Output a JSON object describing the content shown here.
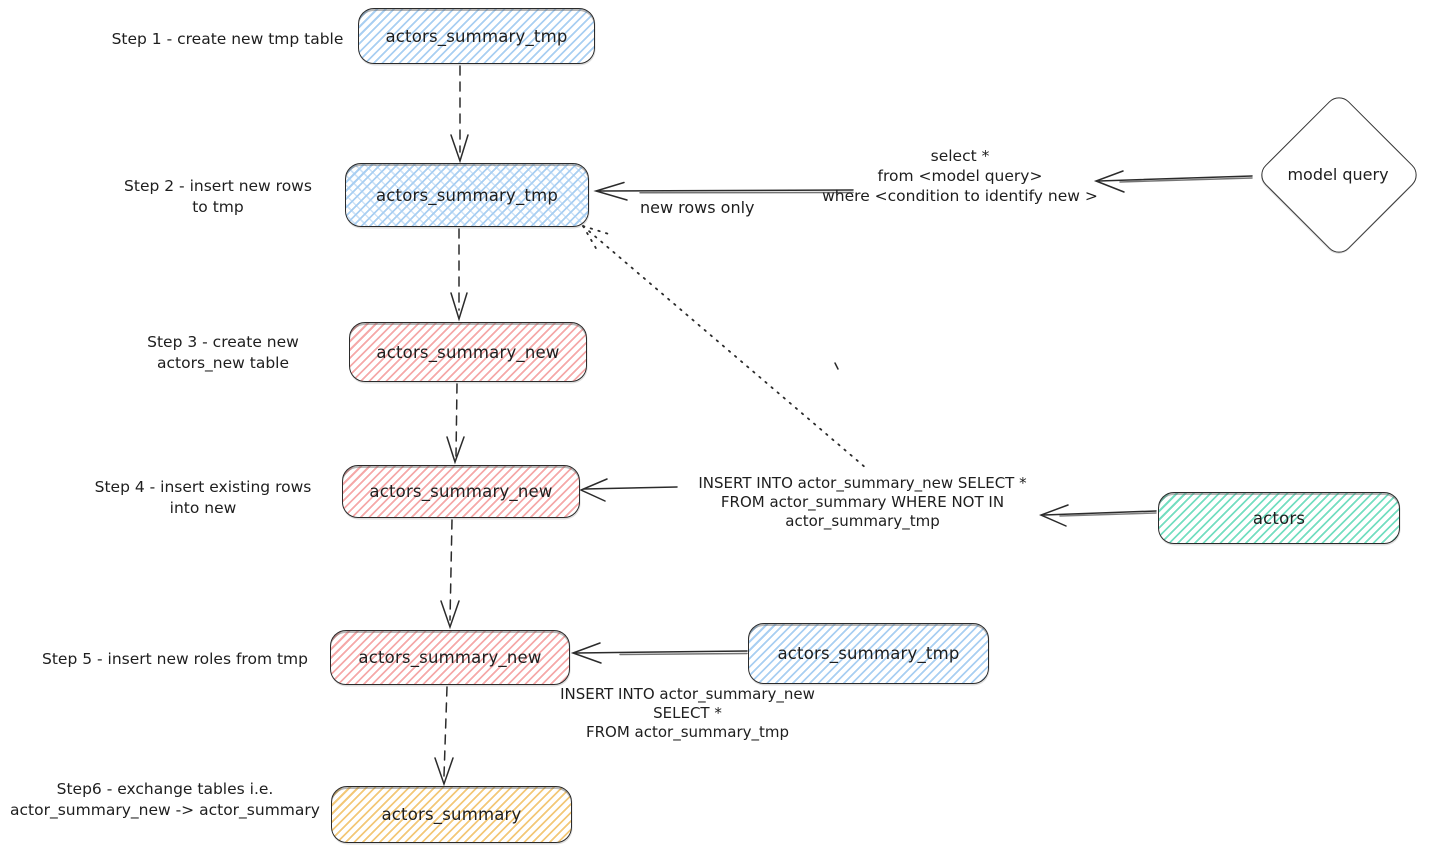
{
  "diagram": {
    "step_labels": [
      {
        "lines": [
          "Step 1 - create new tmp table"
        ]
      },
      {
        "lines": [
          "Step 2 - insert new rows",
          "to tmp"
        ]
      },
      {
        "lines": [
          "Step 3 - create new",
          "actors_new table"
        ]
      },
      {
        "lines": [
          "Step 4 - insert existing rows",
          "into new"
        ]
      },
      {
        "lines": [
          "Step 5 - insert new roles from tmp"
        ]
      },
      {
        "lines": [
          "Step6 - exchange tables i.e.",
          "actor_summary_new -> actor_summary"
        ]
      }
    ],
    "boxes": {
      "tmp1": "actors_summary_tmp",
      "tmp2": "actors_summary_tmp",
      "new1": "actors_summary_new",
      "new2": "actors_summary_new",
      "new3": "actors_summary_new",
      "summary": "actors_summary",
      "actors": "actors",
      "tmp_right": "actors_summary_tmp"
    },
    "diamond_label": "model query",
    "annotations": {
      "select_query": [
        "select *",
        "from <model query>",
        "where <condition to identify new >"
      ],
      "new_rows_only": "new rows only",
      "insert_existing": [
        "INSERT INTO actor_summary_new SELECT *",
        "FROM actor_summary WHERE NOT IN",
        "actor_summary_tmp"
      ],
      "insert_new": [
        "INSERT INTO actor_summary_new",
        "SELECT *",
        "FROM actor_summary_tmp"
      ]
    },
    "colors": {
      "ink": "#1e1e1e",
      "blue_hatch": "#a9cff2",
      "pink_hatch": "#f5a9a9",
      "teal_hatch": "#74dec1",
      "yellow_hatch": "#f3c878"
    }
  }
}
